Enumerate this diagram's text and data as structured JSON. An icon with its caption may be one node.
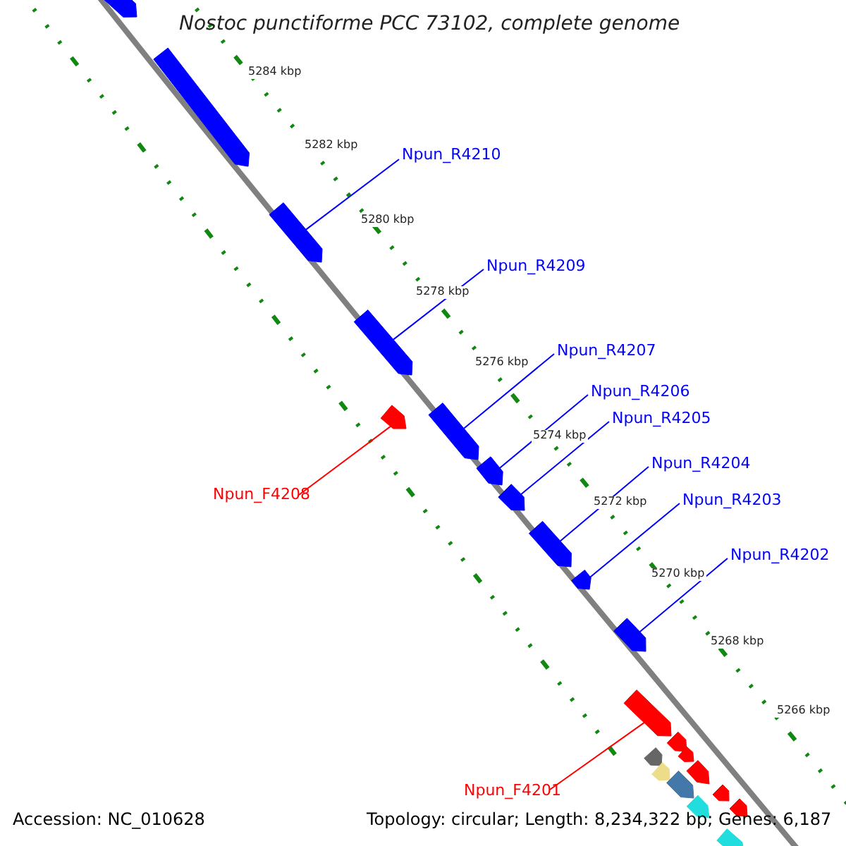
{
  "diagram": {
    "title": "Nostoc punctiforme PCC 73102, complete genome",
    "nodes": [
      {
        "text": [
          "Npun_R4210"
        ]
      },
      {
        "text": [
          "Npun_R4209"
        ]
      },
      {
        "text": [
          "Npun_R4207"
        ]
      },
      {
        "text": [
          "Npun_R4206"
        ]
      },
      {
        "text": [
          "Npun_R4205"
        ]
      },
      {
        "text": [
          "Npun_R4204"
        ]
      },
      {
        "text": [
          "Npun_F4208"
        ]
      },
      {
        "text": [
          "Npun_R4203"
        ]
      },
      {
        "text": [
          "Npun_R4202"
        ]
      },
      {
        "text": [
          "Npun_F4201"
        ]
      },
      {
        "text": [],
        "shape": "arrow"
      },
      {
        "text": [],
        "shape": "arrow"
      },
      {
        "text": [],
        "shape": "arrow"
      },
      {
        "text": [],
        "shape": "arrow"
      },
      {
        "text": [],
        "shape": "arrow"
      },
      {
        "text": [],
        "shape": "arrow"
      },
      {
        "text": [],
        "shape": "arrow"
      },
      {
        "text": [],
        "shape": "arrow"
      },
      {
        "text": [],
        "shape": "arrow"
      },
      {
        "text": [],
        "shape": "arrow"
      },
      {
        "text": [],
        "shape": "arrow"
      },
      {
        "text": [],
        "shape": "arrow"
      },
      {
        "text": [],
        "shape": "arrow"
      },
      {
        "text": [],
        "shape": "arrow"
      },
      {
        "text": [],
        "shape": "arrow"
      },
      {
        "text": [],
        "shape": "arrow"
      },
      {
        "text": [],
        "shape": "arrow"
      },
      {
        "text": [],
        "shape": "arrow"
      },
      {
        "text": [],
        "shape": "arrow"
      },
      {
        "text": [],
        "shape": "arrow"
      },
      {
        "text": [],
        "shape": "arrow"
      },
      {
        "text": [],
        "shape": "arrow"
      }
    ],
    "edges": [
      {
        "from": 0,
        "to": 12,
        "arrow": "none"
      },
      {
        "from": 1,
        "to": 13,
        "arrow": "none"
      },
      {
        "from": 2,
        "to": 14,
        "arrow": "none"
      },
      {
        "from": 3,
        "to": 16,
        "arrow": "none"
      },
      {
        "from": 4,
        "to": 17,
        "arrow": "none"
      },
      {
        "from": 5,
        "to": 18,
        "arrow": "none"
      },
      {
        "from": 6,
        "to": 15,
        "arrow": "none",
        "color": "#ff0000"
      },
      {
        "from": 7,
        "to": 19,
        "arrow": "none"
      },
      {
        "from": 8,
        "to": 20,
        "arrow": "none"
      },
      {
        "from": 9,
        "to": 21,
        "arrow": "none",
        "color": "#ff0000"
      }
    ],
    "labels": [
      "5284 kbp",
      "5282 kbp",
      "5280 kbp",
      "5278 kbp",
      "5276 kbp",
      "5274 kbp",
      "5272 kbp",
      "5270 kbp",
      "5268 kbp",
      "5266 kbp",
      "Accession: NC_010628",
      "Topology: circular; Length: 8,234,322 bp; Genes: 6,187"
    ]
  }
}
